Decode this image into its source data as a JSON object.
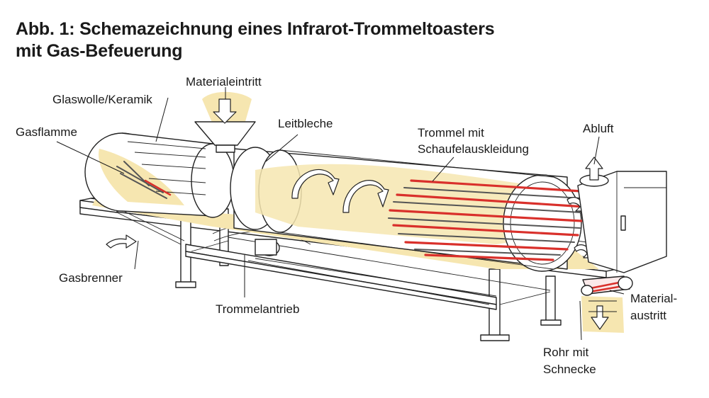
{
  "figure": {
    "title_line1": "Abb. 1: Schemazeichnung eines Infrarot-Trommeltoasters",
    "title_line2": "mit Gas-Befeuerung"
  },
  "labels": {
    "materialeintritt": "Materialeintritt",
    "glaswolle": "Glaswolle/Keramik",
    "gasflamme": "Gasflamme",
    "leitbleche": "Leitbleche",
    "trommel_line1": "Trommel mit",
    "trommel_line2": "Schaufelauskleidung",
    "abluft": "Abluft",
    "gasbrenner": "Gasbrenner",
    "trommelantrieb": "Trommelantrieb",
    "materialaustritt_line1": "Material-",
    "materialaustritt_line2": "austritt",
    "rohr_line1": "Rohr mit",
    "rohr_line2": "Schnecke"
  },
  "colors": {
    "glow": "#f6e6b0",
    "heating_rods": "#d9302b",
    "line": "#222222"
  }
}
